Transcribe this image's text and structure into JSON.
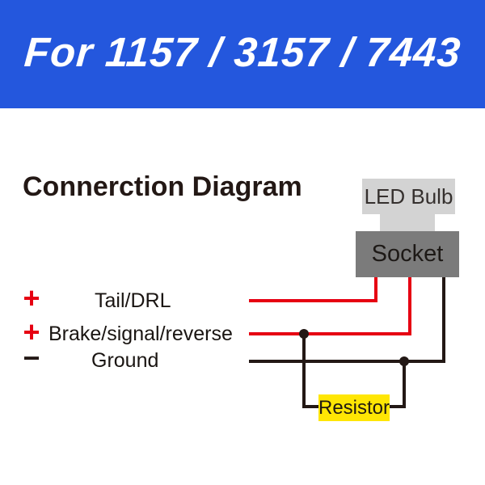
{
  "banner": {
    "title": "For 1157 / 3157 / 7443"
  },
  "diagram": {
    "title": "Connerction Diagram"
  },
  "device": {
    "bulb_label": "LED Bulb",
    "socket_label": "Socket"
  },
  "wires": [
    {
      "polarity": "+",
      "label": "Tail/DRL"
    },
    {
      "polarity": "+",
      "label": "Brake/signal/reverse"
    },
    {
      "polarity": "−",
      "label": "Ground"
    }
  ],
  "resistor": {
    "label": "Resistor"
  },
  "colors": {
    "banner_blue": "#2457dd",
    "wire_red": "#e60012",
    "wire_black": "#231815",
    "bulb_gray": "#d3d3d3",
    "socket_gray": "#7b7b7b",
    "resistor_yellow": "#ffe604",
    "text_dark": "#231815",
    "banner_text": "#ffffff"
  }
}
